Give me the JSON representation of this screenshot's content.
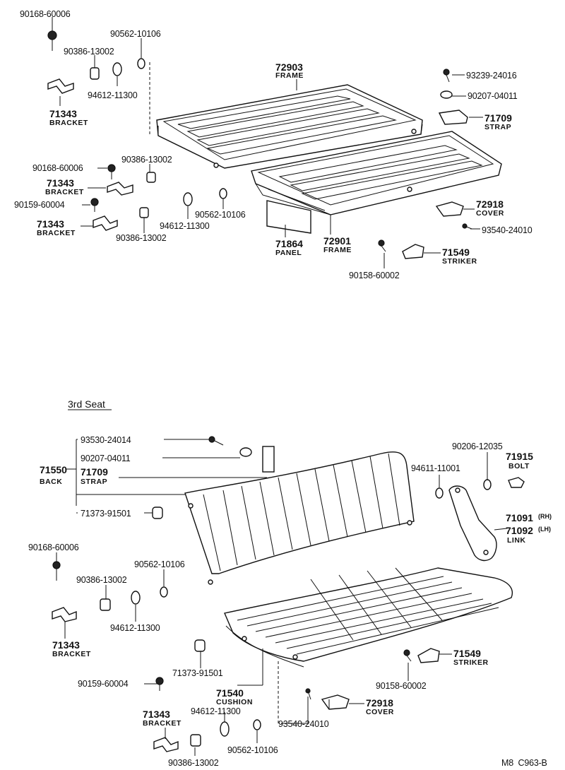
{
  "title_3rd": "3rd Seat",
  "footer_code": "M8  C963-B",
  "labels": {
    "t1": "90168-60006",
    "t2": "90562-10106",
    "t3": "90386-13002",
    "t4": "94612-11300",
    "t5_num": "71343",
    "t5_name": "BRACKET",
    "t6_num": "72903",
    "t6_name": "FRAME",
    "t7": "93239-24016",
    "t8": "90207-04011",
    "t9_num": "71709",
    "t9_name": "STRAP",
    "t10": "90168-60006",
    "t11": "90386-13002",
    "t12_num": "71343",
    "t12_name": "BRACKET",
    "t13": "90159-60004",
    "t14": "90562-10106",
    "t15_num": "71343",
    "t15_name": "BRACKET",
    "t16": "94612-11300",
    "t17": "90386-13002",
    "t18_num": "71864",
    "t18_name": "PANEL",
    "t19_num": "72901",
    "t19_name": "FRAME",
    "t20_num": "72918",
    "t20_name": "COVER",
    "t21": "93540-24010",
    "t22": "90158-60002",
    "t23_num": "71549",
    "t23_name": "STRIKER",
    "b1": "93530-24014",
    "b2": "90207-04011",
    "b3_num": "71550",
    "b3_name": "BACK",
    "b4_num": "71709",
    "b4_name": "STRAP",
    "b5": "71373-91501",
    "b6": "90206-12035",
    "b7": "94611-11001",
    "b8_num": "71915",
    "b8_name": "BOLT",
    "b9_num1": "71091",
    "b9_sup1": "(RH)",
    "b9_num2": "71092",
    "b9_sup2": "(LH)",
    "b9_name": "LINK",
    "b10": "90168-60006",
    "b11": "90562-10106",
    "b12": "90386-13002",
    "b13": "94612-11300",
    "b14_num": "71343",
    "b14_name": "BRACKET",
    "b15": "71373-91501",
    "b16": "90159-60004",
    "b17_num": "71540",
    "b17_name": "CUSHION",
    "b18": "94612-11300",
    "b19": "93540-24010",
    "b20_num": "71343",
    "b20_name": "BRACKET",
    "b21": "90562-10106",
    "b22": "90386-13002",
    "b23_num": "71549",
    "b23_name": "STRIKER",
    "b24": "90158-60002",
    "b25_num": "72918",
    "b25_name": "COVER"
  }
}
